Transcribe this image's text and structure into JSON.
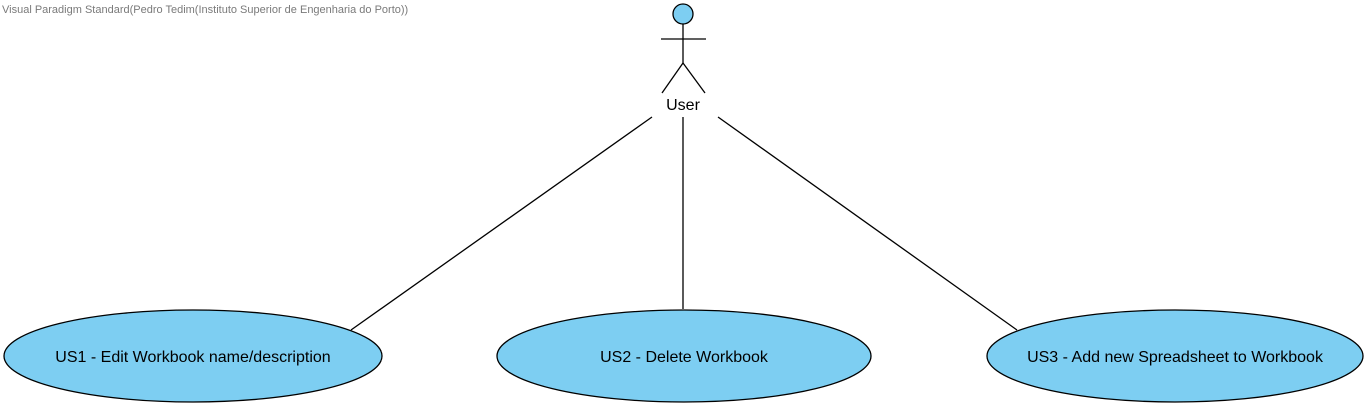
{
  "watermark": "Visual Paradigm Standard(Pedro Tedim(Instituto Superior de Engenharia do Porto))",
  "colors": {
    "usecase_fill": "#7dcef2",
    "actor_head_fill": "#7dcef2",
    "stroke": "#000000",
    "watermark_text": "#7a7a7a"
  },
  "actor": {
    "icon": "stick-figure-actor",
    "label": "User"
  },
  "use_cases": [
    {
      "id": "US1",
      "label": "US1 - Edit Workbook name/description"
    },
    {
      "id": "US2",
      "label": "US2 - Delete Workbook"
    },
    {
      "id": "US3",
      "label": "US3 - Add new Spreadsheet to Workbook"
    }
  ]
}
